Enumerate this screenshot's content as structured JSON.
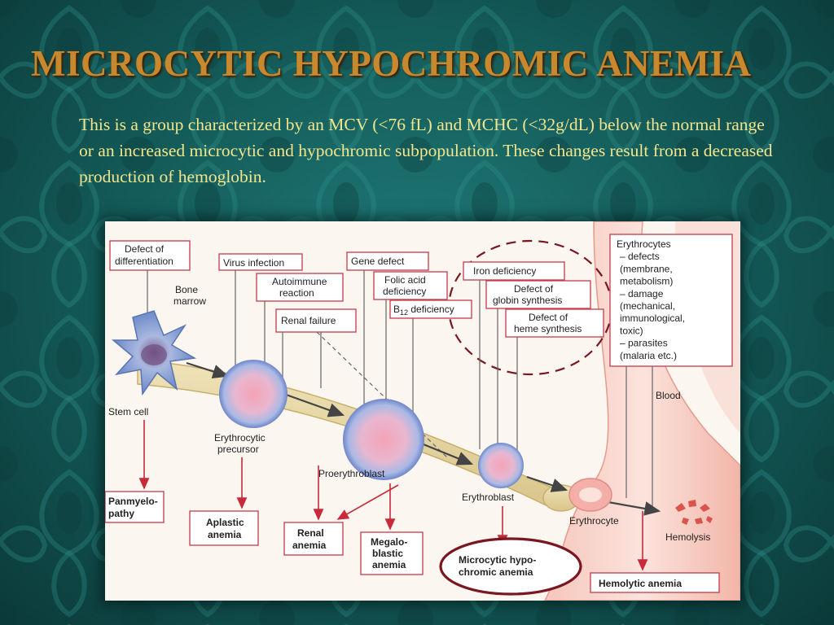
{
  "slide": {
    "title": "MICROCYTIC HYPOCHROMIC ANEMIA",
    "body_text": "This is a group characterized by an MCV (<76 fL) and MCHC (<32g/dL) below the normal range or an increased microcytic and hypochromic subpopulation. These changes result from a decreased production of hemoglobin."
  },
  "diagram": {
    "cause_boxes": {
      "differentiation_1": "Defect of",
      "differentiation_2": "differentiation",
      "virus": "Virus infection",
      "autoimmune_1": "Autoimmune",
      "autoimmune_2": "reaction",
      "renal": "Renal failure",
      "gene": "Gene defect",
      "folic_1": "Folic acid",
      "folic_2": "deficiency",
      "b12_prefix": "B",
      "b12_sub": "12",
      "b12_suffix": " deficiency",
      "iron": "Iron deficiency",
      "globin_1": "Defect of",
      "globin_2": "globin synthesis",
      "heme_1": "Defect of",
      "heme_2": "heme synthesis"
    },
    "erythrocyte_defects": [
      "Erythrocytes",
      "– defects",
      "(membrane,",
      "metabolism)",
      "– damage",
      "(mechanical,",
      "immunological,",
      "toxic)",
      "– parasites",
      "(malaria etc.)"
    ],
    "locations": {
      "bone_marrow_1": "Bone",
      "bone_marrow_2": "marrow",
      "blood": "Blood"
    },
    "cells": {
      "stem_cell": "Stem cell",
      "precursor_1": "Erythrocytic",
      "precursor_2": "precursor",
      "proerythroblast": "Proerythroblast",
      "erythroblast": "Erythroblast",
      "erythrocyte": "Erythrocyte",
      "hemolysis": "Hemolysis"
    },
    "outcomes": {
      "panmyelopathy_1": "Panmyelo-",
      "panmyelopathy_2": "pathy",
      "aplastic_1": "Aplastic",
      "aplastic_2": "anemia",
      "renal_1": "Renal",
      "renal_2": "anemia",
      "megaloblastic_1": "Megalo-",
      "megaloblastic_2": "blastic",
      "megaloblastic_3": "anemia",
      "microcytic_1": "Microcytic hypo-",
      "microcytic_2": "chromic anemia",
      "hemolytic": "Hemolytic anemia"
    }
  },
  "colors": {
    "background": "#135957",
    "title": "#c7882e",
    "body_text": "#f2e58c",
    "box_border": "#c43a4a",
    "arrow": "#c82a3a",
    "highlight_circle": "#7a1620"
  }
}
